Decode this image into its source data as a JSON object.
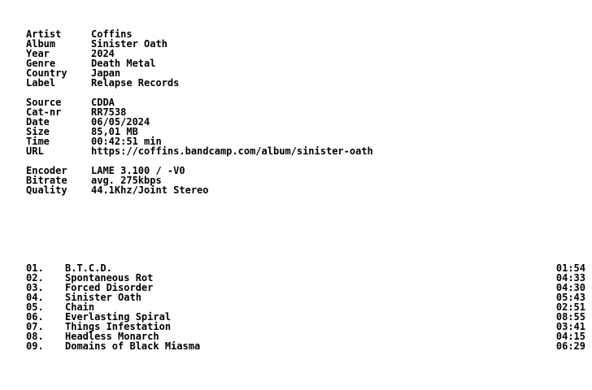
{
  "info": [
    {
      "key": "Artist",
      "value": "Coffins"
    },
    {
      "key": "Album",
      "value": "Sinister Oath"
    },
    {
      "key": "Year",
      "value": "2024"
    },
    {
      "key": "Genre",
      "value": "Death Metal"
    },
    {
      "key": "Country",
      "value": "Japan"
    },
    {
      "key": "Label",
      "value": "Relapse Records"
    }
  ],
  "source": [
    {
      "key": "Source",
      "value": "CDDA"
    },
    {
      "key": "Cat-nr",
      "value": "RR7538"
    },
    {
      "key": "Date",
      "value": "06/05/2024"
    },
    {
      "key": "Size",
      "value": "85,01 MB"
    },
    {
      "key": "Time",
      "value": "00:42:51 min"
    },
    {
      "key": "URL",
      "value": "https://coffins.bandcamp.com/album/sinister-oath"
    }
  ],
  "encoding": [
    {
      "key": "Encoder",
      "value": "LAME 3.100 / -V0"
    },
    {
      "key": "Bitrate",
      "value": "avg. 275kbps"
    },
    {
      "key": "Quality",
      "value": "44.1Khz/Joint Stereo"
    }
  ],
  "tracks": [
    {
      "num": "01.",
      "title": "B.T.C.D.",
      "time": "01:54"
    },
    {
      "num": "02.",
      "title": "Spontaneous Rot",
      "time": "04:33"
    },
    {
      "num": "03.",
      "title": "Forced Disorder",
      "time": "04:30"
    },
    {
      "num": "04.",
      "title": "Sinister Oath",
      "time": "05:43"
    },
    {
      "num": "05.",
      "title": "Chain",
      "time": "02:51"
    },
    {
      "num": "06.",
      "title": "Everlasting Spiral",
      "time": "08:55"
    },
    {
      "num": "07.",
      "title": "Things Infestation",
      "time": "03:41"
    },
    {
      "num": "08.",
      "title": "Headless Monarch",
      "time": "04:15"
    },
    {
      "num": "09.",
      "title": "Domains of Black Miasma",
      "time": "06:29"
    }
  ]
}
